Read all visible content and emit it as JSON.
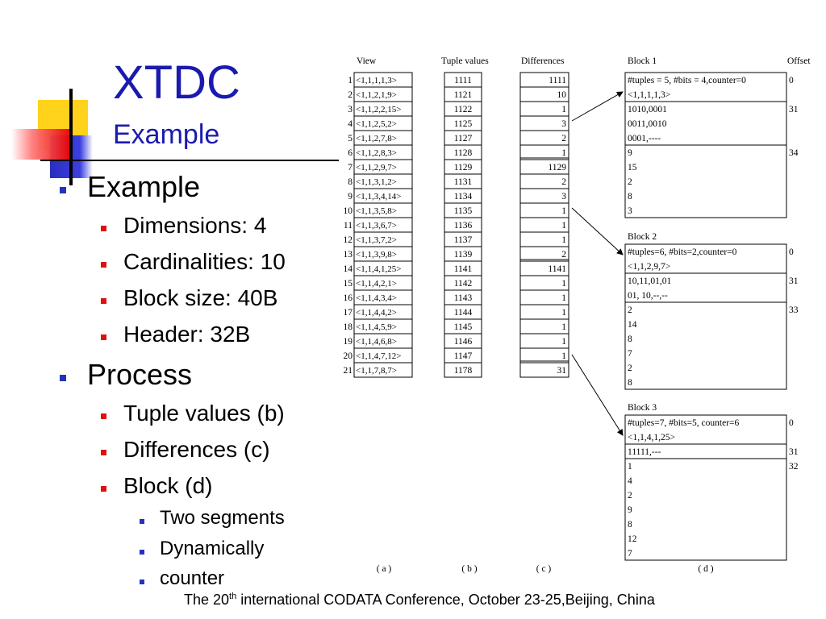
{
  "title": "XTDC",
  "subtitle": "Example",
  "bullets": {
    "example": "Example",
    "dimensions": "Dimensions: 4",
    "cardinalities": "Cardinalities: 10",
    "block_size": "Block size: 40B",
    "header": "Header: 32B",
    "process": "Process",
    "tuple_values": "Tuple values (b)",
    "differences": "Differences (c)",
    "block": "Block (d)",
    "two_segments": "Two segments",
    "dynamically": "Dynamically",
    "counter": "counter"
  },
  "footer": {
    "pre": "The 20",
    "sup": "th",
    "post": " international CODATA Conference, October 23-25,Beijing, China"
  },
  "figure": {
    "headers": {
      "view": "View",
      "tuple_values": "Tuple values",
      "differences": "Differences",
      "block1": "Block 1",
      "offset": "Offset"
    },
    "panel_labels": [
      "( a )",
      "( b )",
      "( c )",
      "( d )"
    ],
    "rows": [
      {
        "n": "1",
        "view": "<1,1,1,1,3>",
        "tuple": "1111",
        "diff": "1111"
      },
      {
        "n": "2",
        "view": "<1,1,2,1,9>",
        "tuple": "1121",
        "diff": "10"
      },
      {
        "n": "3",
        "view": "<1,1,2,2,15>",
        "tuple": "1122",
        "diff": "1"
      },
      {
        "n": "4",
        "view": "<1,1,2,5,2>",
        "tuple": "1125",
        "diff": "3"
      },
      {
        "n": "5",
        "view": "<1,1,2,7,8>",
        "tuple": "1127",
        "diff": "2"
      },
      {
        "n": "6",
        "view": "<1,1,2,8,3>",
        "tuple": "1128",
        "diff": "1"
      },
      {
        "n": "7",
        "view": "<1,1,2,9,7>",
        "tuple": "1129",
        "diff": "1129"
      },
      {
        "n": "8",
        "view": "<1,1,3,1,2>",
        "tuple": "1131",
        "diff": "2"
      },
      {
        "n": "9",
        "view": "<1,1,3,4,14>",
        "tuple": "1134",
        "diff": "3"
      },
      {
        "n": "10",
        "view": "<1,1,3,5,8>",
        "tuple": "1135",
        "diff": "1"
      },
      {
        "n": "11",
        "view": "<1,1,3,6,7>",
        "tuple": "1136",
        "diff": "1"
      },
      {
        "n": "12",
        "view": "<1,1,3,7,2>",
        "tuple": "1137",
        "diff": "1"
      },
      {
        "n": "13",
        "view": "<1,1,3,9,8>",
        "tuple": "1139",
        "diff": "2"
      },
      {
        "n": "14",
        "view": "<1,1,4,1,25>",
        "tuple": "1141",
        "diff": "1141"
      },
      {
        "n": "15",
        "view": "<1,1,4,2,1>",
        "tuple": "1142",
        "diff": "1"
      },
      {
        "n": "16",
        "view": "<1,1,4,3,4>",
        "tuple": "1143",
        "diff": "1"
      },
      {
        "n": "17",
        "view": "<1,1,4,4,2>",
        "tuple": "1144",
        "diff": "1"
      },
      {
        "n": "18",
        "view": "<1,1,4,5,9>",
        "tuple": "1145",
        "diff": "1"
      },
      {
        "n": "19",
        "view": "<1,1,4,6,8>",
        "tuple": "1146",
        "diff": "1"
      },
      {
        "n": "20",
        "view": "<1,1,4,7,12>",
        "tuple": "1147",
        "diff": "1"
      },
      {
        "n": "21",
        "view": "<1,1,7,8,7>",
        "tuple": "1178",
        "diff": "31"
      }
    ],
    "blocks": [
      {
        "label": "",
        "lines": [
          "#tuples = 5, #bits = 4,counter=0",
          "<1,1,1,1,3>",
          "1010,0001",
          "0011,0010",
          "0001,----",
          "9",
          "15",
          "2",
          "8",
          "3"
        ],
        "seps": [
          2,
          5
        ],
        "offsets": [
          {
            "line": 0,
            "text": "0"
          },
          {
            "line": 2,
            "text": "31"
          },
          {
            "line": 5,
            "text": "34"
          }
        ]
      },
      {
        "label": "Block 2",
        "lines": [
          "#tuples=6, #bits=2,counter=0",
          "<1,1,2,9,7>",
          "10,11,01,01",
          " 01, 10,--,--",
          "2",
          "14",
          "8",
          "7",
          "2",
          "8"
        ],
        "seps": [
          2,
          4
        ],
        "offsets": [
          {
            "line": 0,
            "text": "0"
          },
          {
            "line": 2,
            "text": "31"
          },
          {
            "line": 4,
            "text": "33"
          }
        ]
      },
      {
        "label": "Block 3",
        "lines": [
          "#tuples=7, #bits=5, counter=6",
          "<1,1,4,1,25>",
          "11111,---",
          "1",
          "4",
          "2",
          "9",
          "8",
          "12",
          "7"
        ],
        "seps": [
          2,
          3
        ],
        "offsets": [
          {
            "line": 0,
            "text": "0"
          },
          {
            "line": 2,
            "text": "31"
          },
          {
            "line": 3,
            "text": "32"
          }
        ]
      }
    ]
  }
}
